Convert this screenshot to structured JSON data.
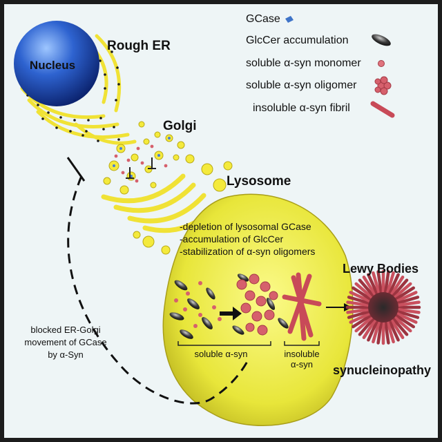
{
  "labels": {
    "nucleus": "Nucleus",
    "rough_er": "Rough ER",
    "golgi": "Golgi",
    "lysosome": "Lysosome",
    "lewy_bodies": "Lewy Bodies",
    "synucleinopathy": "synucleinopathy"
  },
  "legend": {
    "gcase": "GCase",
    "glccer": "GlcCer accumulation",
    "monomer": "soluble α-syn monomer",
    "oligomer": "soluble α-syn oligomer",
    "fibril": "insoluble α-syn fibril"
  },
  "lysosome_notes": [
    "-depletion of lysosomal GCase",
    "-accumulation of GlcCer",
    "-stabilization of α-syn oligomers"
  ],
  "brackets": {
    "soluble": "soluble α-syn",
    "insoluble_line1": "insoluble",
    "insoluble_line2": "α-syn"
  },
  "blocked_note": [
    "blocked ER-Golgi",
    "movement of GCase",
    "by α-Syn"
  ],
  "colors": {
    "background": "#eef5f6",
    "frame": "#1c1c1c",
    "nucleus": "#1f4fb4",
    "organelle_yellow": "#f4ea3c",
    "lysosome_fill": "#e7e63c",
    "syn_red": "#d6606c",
    "glccer": "#2a2a2a"
  }
}
